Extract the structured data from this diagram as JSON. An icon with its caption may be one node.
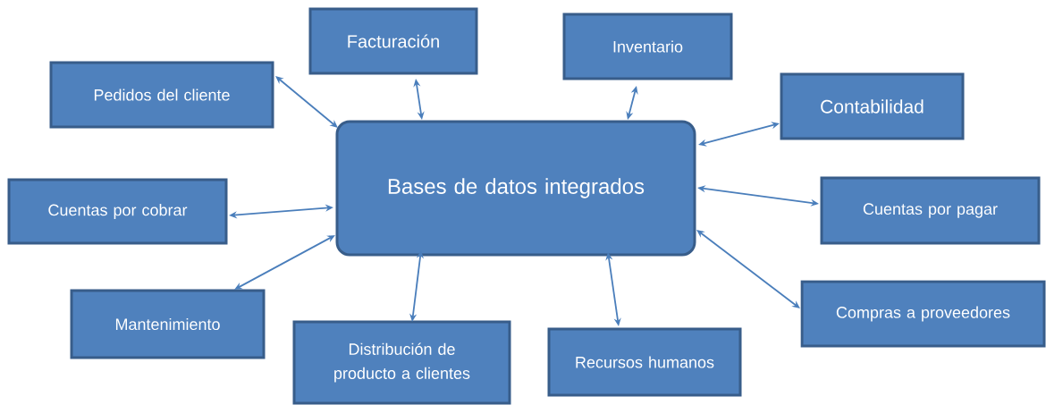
{
  "diagram": {
    "nodes": [
      {
        "text": [
          "Facturación"
        ]
      },
      {
        "text": [
          "Inventario"
        ]
      },
      {
        "text": [
          "Pedidos del cliente"
        ]
      },
      {
        "text": [
          "Contabilidad"
        ]
      },
      {
        "text": [
          "Bases de datos integrados"
        ]
      },
      {
        "text": [
          "Cuentas por cobrar"
        ]
      },
      {
        "text": [
          "Cuentas por pagar"
        ]
      },
      {
        "text": [
          "Compras a proveedores"
        ]
      },
      {
        "text": [
          "Mantenimiento"
        ]
      },
      {
        "text": [
          "Distribución de producto a clientes"
        ]
      },
      {
        "text": [
          "Recursos humanos"
        ]
      }
    ],
    "edges": [
      {
        "from": 4,
        "to": 0,
        "arrow": "both"
      },
      {
        "from": 4,
        "to": 1,
        "arrow": "both"
      },
      {
        "from": 4,
        "to": 2,
        "arrow": "both"
      },
      {
        "from": 4,
        "to": 3,
        "arrow": "both"
      },
      {
        "from": 4,
        "to": 5,
        "arrow": "both"
      },
      {
        "from": 4,
        "to": 6,
        "arrow": "both"
      },
      {
        "from": 4,
        "to": 7,
        "arrow": "both"
      },
      {
        "from": 4,
        "to": 8,
        "arrow": "both"
      },
      {
        "from": 4,
        "to": 9,
        "arrow": "both"
      },
      {
        "from": 4,
        "to": 10,
        "arrow": "both"
      }
    ]
  }
}
